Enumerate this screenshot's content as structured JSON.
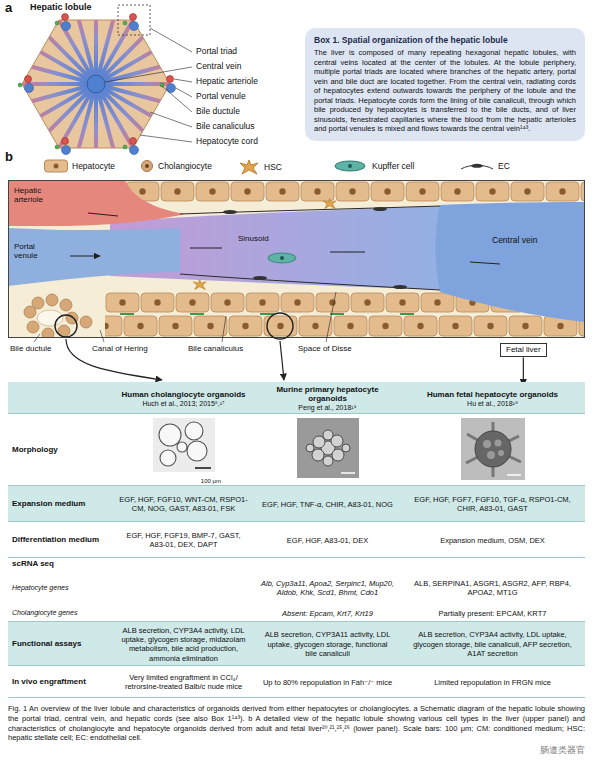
{
  "diagram": {
    "caption": "Fig. 1 An overview of the liver lobule and characteristics of organoids derived from either hepatocytes or cholangiocytes. a Schematic diagram of the hepatic lobule showing the portal triad, central vein, and hepatic cords (see also Box 1¹⁴³). b A detailed view of the hepatic lobule showing various cell types in the liver (upper panel) and characteristics of cholangiocyte and hepatocyte organoids derived from adult and fetal liver²⁰,²¹,²⁵,²⁶ (lower panel). Scale bars: 100 μm; CM: conditioned medium; HSC: hepatic stellate cell; EC: endothelial cell.",
    "nodes": [
      {
        "text": [
          "Box 1. Spatial organization of the hepatic lobule",
          "The liver is composed of many repeating hexagonal hepatic lobules, with central veins located at the center of the lobules. At the lobule periphery, multiple portal triads are located where branches of the hepatic artery, portal vein and bile duct are located together. From the central vein, radiating cords of hepatocytes extend outwards towards the periphery of the lobule and the portal triads. Hepatocyte cords form the lining of bile canaliculi, through which bile produced by hepatocytes is transferred to the bile ducts, and of liver sinusoids, fenestrated capillaries where the blood from the hepatic arterioles and portal venules is mixed and flows towards the central vein¹⁴³."
        ]
      },
      {
        "text": [
          "Fetal liver"
        ]
      },
      {
        "text": [
          "Human cholangiocyte organoids",
          "Huch et al., 2013; 2015⁸,¹⁷"
        ]
      },
      {
        "text": [
          "Murine primary hepatocyte organoids",
          "Peng et al., 2018¹⁹"
        ]
      },
      {
        "text": [
          "Human fetal hepatocyte organoids",
          "Hu et al., 2018¹⁸"
        ]
      }
    ],
    "edges": [
      {
        "from": 1,
        "to": 4,
        "arrow": "to"
      }
    ],
    "labels": [
      "a",
      "Hepatic lobule",
      "Portal triad",
      "Central vein",
      "Hepatic arteriole",
      "Portal venule",
      "Bile ductule",
      "Bile canaliculus",
      "Hepatocyte cord",
      "b",
      "Hepatic arteriole",
      "Portal venule",
      "Sinusoid",
      "Central vein",
      "Bile ductule",
      "Canal of Hering",
      "Bile canaliculus",
      "Space of Disse",
      "Morphology",
      "100 μm",
      "Expansion medium",
      "EGF, HGF, FGF10, WNT-CM, RSPO1-CM, NOG, GAST, A83-01, FSK",
      "EGF, HGF, TNF-α, CHIR, A83-01, NOG",
      "EGF, HGF, FGF7, FGF10, TGF-α, RSPO1-CM, CHIR, A83-01, GAST",
      "Differentiation medium",
      "EGF, HGF, FGF19, BMP-7, GAST, A83-01, DEX, DAPT",
      "EGF, HGF, A83-01, DEX",
      "Expansion medium, OSM, DEX",
      "scRNA seq",
      "Hepatocyte genes",
      "Cholangiocyte genes",
      "Alb, Cyp3a11, Apoa2, Serpinc1, Mup20, Aldob, Khk, Scd1, Bhmt, Cdo1",
      "ALB, SERPINA1, ASGR1, ASGR2, AFP, RBP4, APOA2, MT1G",
      "Absent: Epcam, Krt7, Krt19",
      "Partially present: EPCAM, KRT7",
      "Functional assays",
      "ALB secretion, CYP3A4 activity, LDL uptake, glycogen storage, midazolam metabolism, bile acid production, ammonia elimination",
      "ALB secretion, CYP3A11 activity, LDL uptake, glycogen storage, functional bile canaliculi",
      "ALB secretion, CYP3A4 activity, LDL uptake, glycogen storage, bile canaliculi, AFP secretion, A1AT secretion",
      "In vivo engraftment",
      "Very limited engraftment in CCl₄/ retrorsine-treated Balb/c nude mice",
      "Up to 80% repopulation in Fah⁻/⁻ mice",
      "Limited repopulation in FRGN mice",
      "肠道类器官"
    ],
    "legend": [
      {
        "text": "Hepatocyte"
      },
      {
        "text": "Cholangiocyte"
      },
      {
        "text": "HSC"
      },
      {
        "text": "Kupffer cell"
      },
      {
        "text": "EC"
      }
    ]
  }
}
